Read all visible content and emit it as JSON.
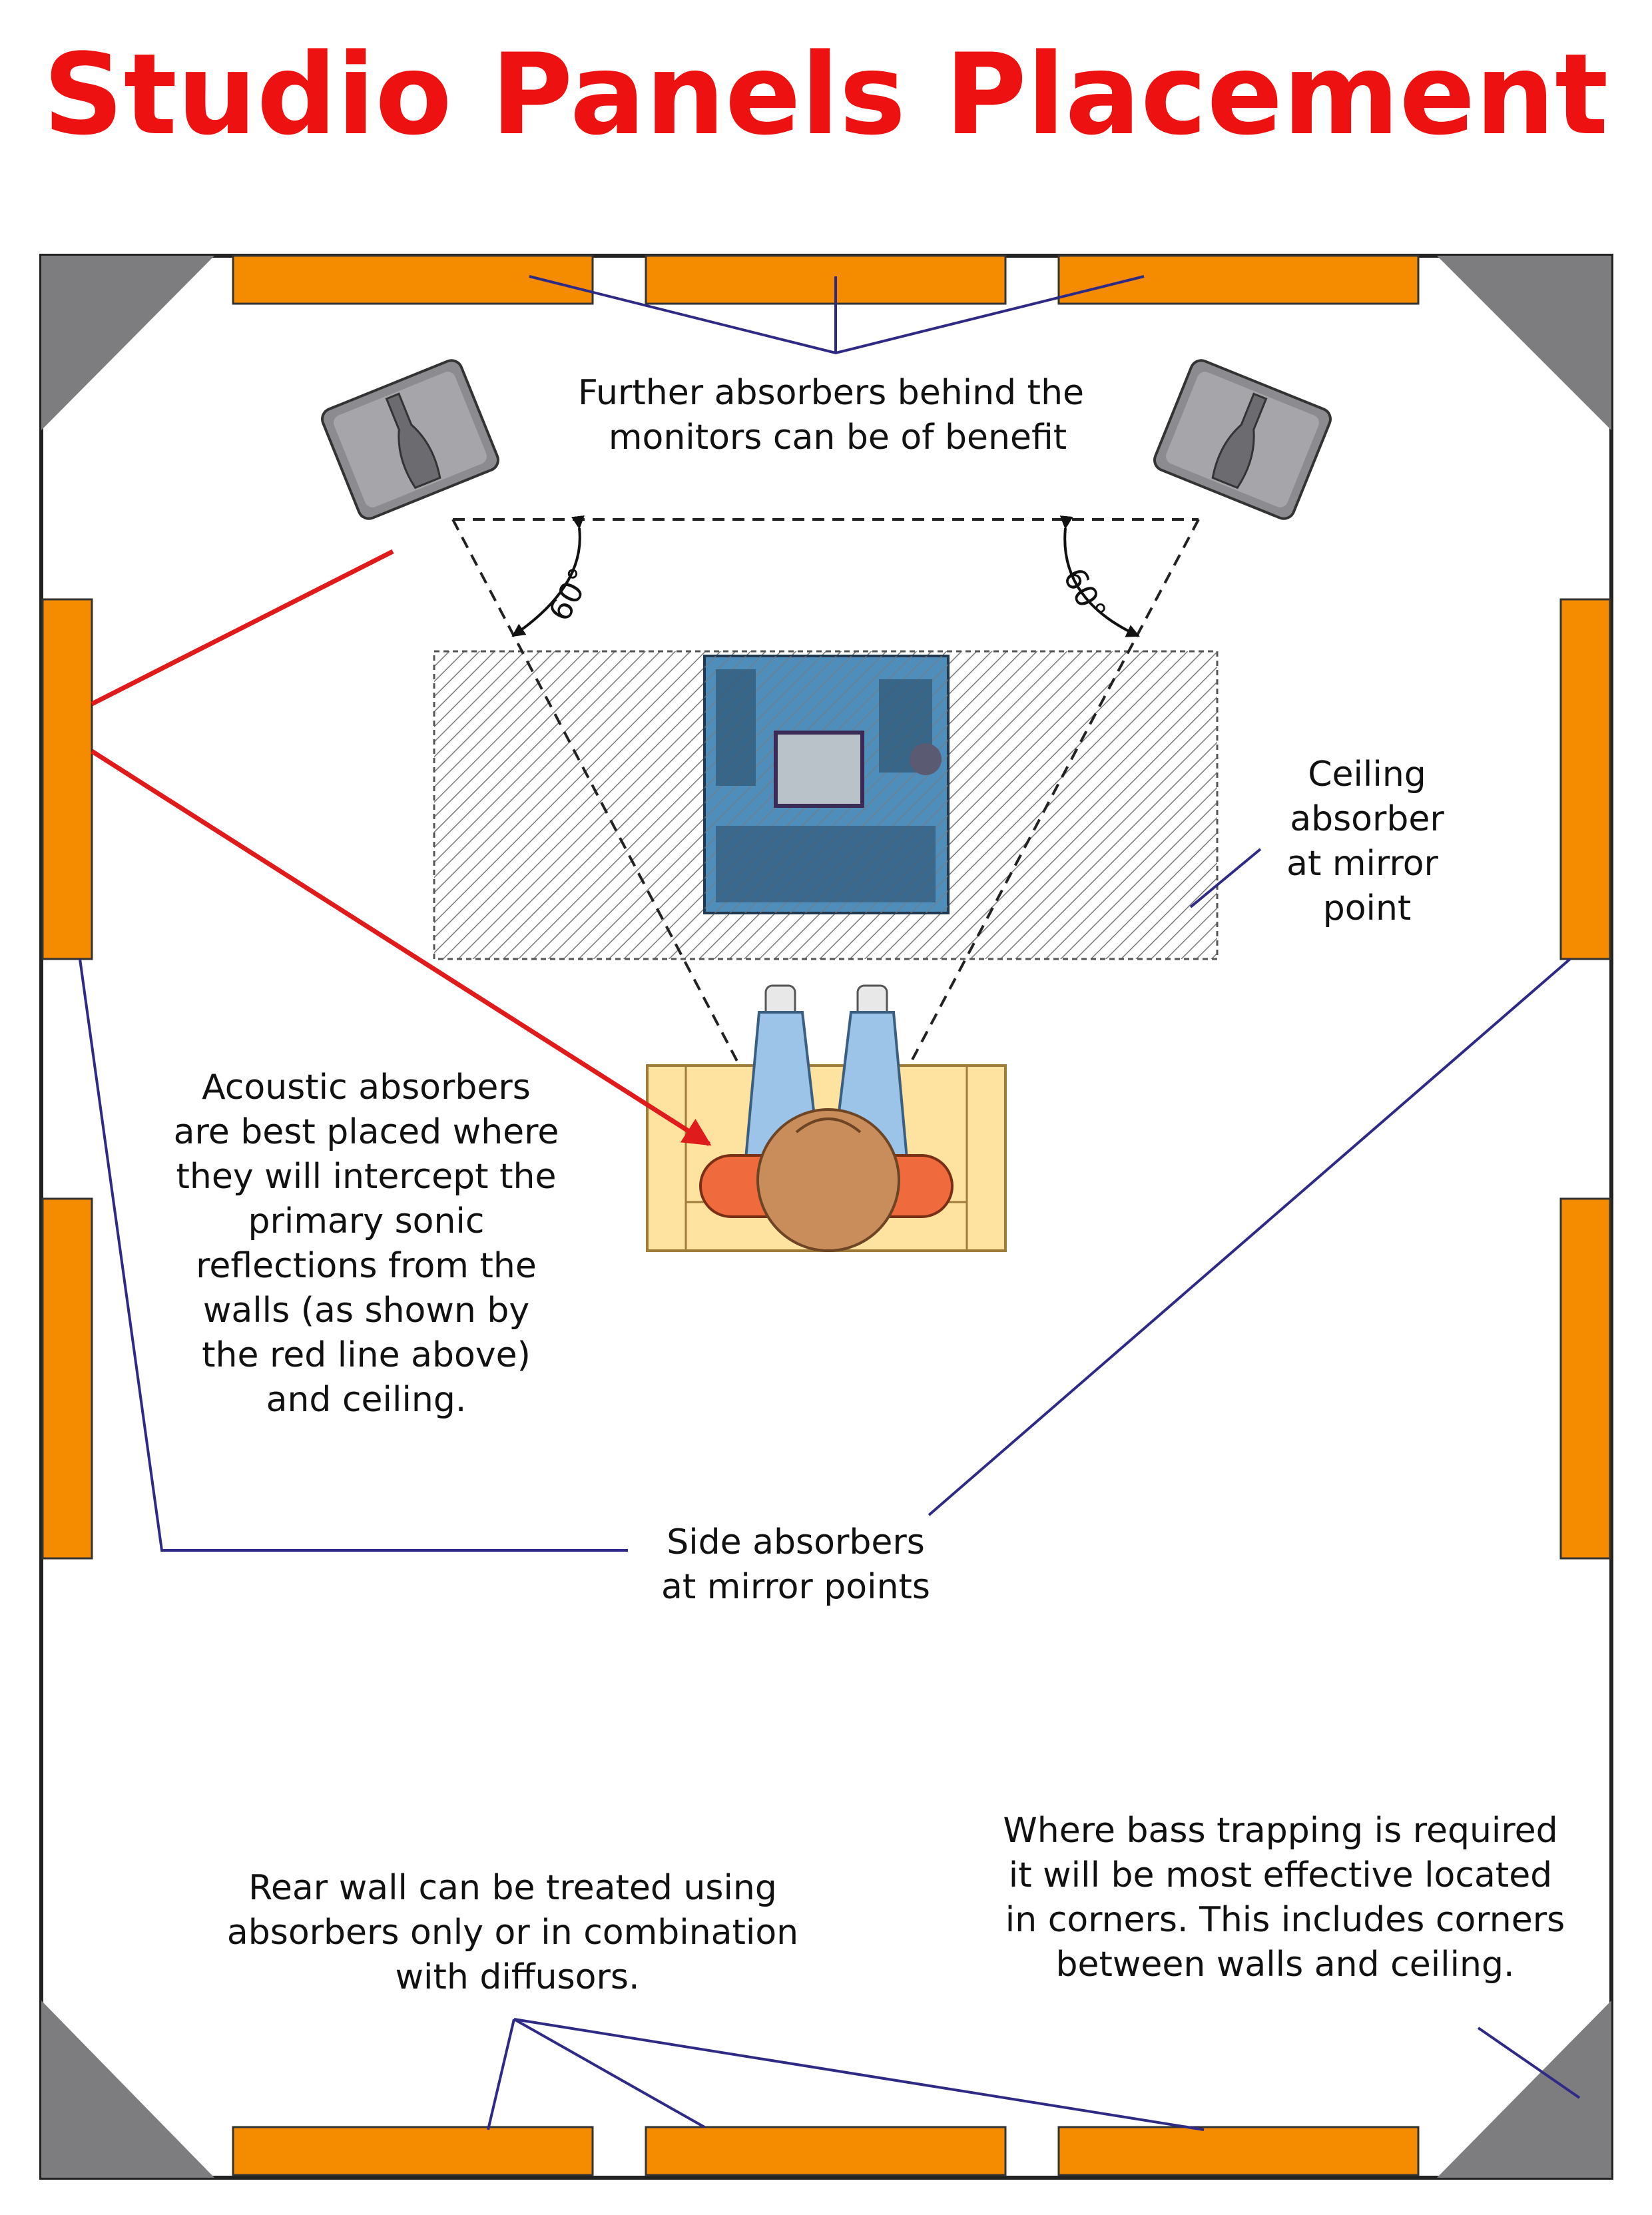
{
  "title": "Studio Panels Placement",
  "colors": {
    "title": "#ee1111",
    "panel": "#f58c00",
    "corner_trap": "#7d7d80",
    "leader_line": "#2e2a85",
    "reflection_line": "#e01b1b",
    "wall": "#222222",
    "couch": "#fde2a0",
    "legs": "#9cc4e8",
    "arms": "#ef6a3d",
    "head": "#c98d5c",
    "console": "#4f8dbb",
    "speaker": "#8c8c90"
  },
  "icons": {
    "speakers": "studio-monitor-icon",
    "mixer": "mixing-console-icon",
    "listener": "engineer-top-view-icon"
  },
  "annotations": {
    "further_absorbers": [
      "Further absorbers behind the",
      "monitors can be of benefit"
    ],
    "ceiling_absorber": [
      "Ceiling",
      "absorber",
      "at mirror",
      "point"
    ],
    "acoustic_absorbers": [
      "Acoustic absorbers",
      "are best placed where",
      "they will intercept the",
      "primary sonic",
      "reflections from the",
      "walls (as shown by",
      "the red line above)",
      "and ceiling."
    ],
    "side_absorbers": [
      "Side absorbers",
      "at mirror points"
    ],
    "bass_trapping": [
      "Where bass trapping is required",
      "it will be most effective located",
      "in corners. This includes corners",
      "between walls and ceiling."
    ],
    "rear_wall": [
      "Rear wall can be treated using",
      "absorbers only or in combination",
      "with diffusors."
    ]
  },
  "angles": {
    "left": "60°",
    "right": "60°"
  }
}
